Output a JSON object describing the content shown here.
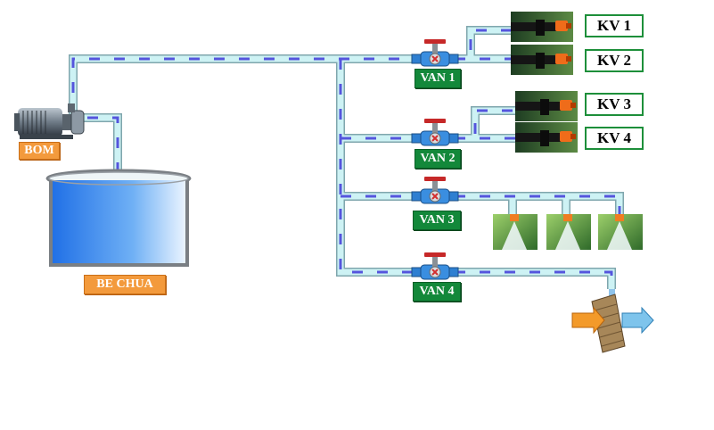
{
  "labels": {
    "pump": "BOM",
    "tank": "BE CHUA",
    "valves": [
      "VAN 1",
      "VAN 2",
      "VAN 3",
      "VAN 4"
    ],
    "zones": [
      "KV 1",
      "KV 2",
      "KV 3",
      "KV 4"
    ]
  },
  "icons": {
    "pump": "motor-pump-icon",
    "valve": "gate-valve-icon",
    "drip": "drip-emitter-icon",
    "sprinkler": "mist-sprinkler-icon",
    "cooling_pad": "cooling-pad-icon"
  },
  "colors": {
    "pipe_fill": "#cdf2f4",
    "pipe_edge": "#7fa6ad",
    "flow_dash": "#5555dd",
    "label_orange": "#f39a3c",
    "label_green": "#13883a",
    "label_border_green": "#1d8f3a",
    "water_dark": "#1f6fe6",
    "water_light": "#e9f3ff"
  }
}
